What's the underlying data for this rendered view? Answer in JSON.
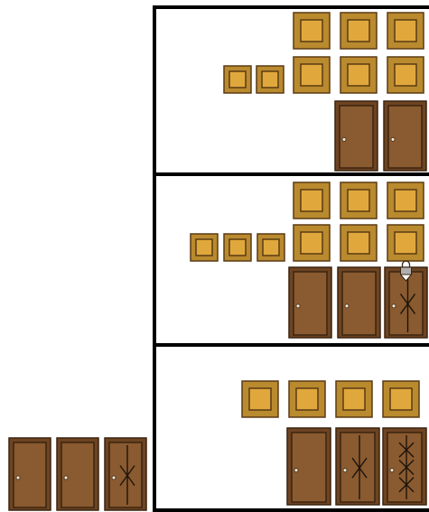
{
  "puzzle": {
    "colors": {
      "tile_frame": "#b98a2e",
      "tile_inner": "#e0a83c",
      "tile_edge": "#5a3a14",
      "door_frame": "#6e4422",
      "door_body": "#8a5a30",
      "door_edge": "#3a2410",
      "door_mark": "#1e140a",
      "lock": "#b0b0b0"
    },
    "panels": [
      {
        "id": "top",
        "small_tiles": 2,
        "tile_rows": [
          3,
          3
        ],
        "doors": [
          "plain",
          "plain"
        ]
      },
      {
        "id": "middle",
        "small_tiles": 3,
        "tile_rows": [
          3,
          3
        ],
        "doors": [
          "plain",
          "plain",
          "locked-x"
        ]
      },
      {
        "id": "bottom",
        "small_tiles": 0,
        "tile_rows": [
          4
        ],
        "doors": [
          "plain",
          "x",
          "triple-x"
        ]
      }
    ],
    "tray": {
      "doors": [
        "plain",
        "plain",
        "x"
      ]
    }
  }
}
